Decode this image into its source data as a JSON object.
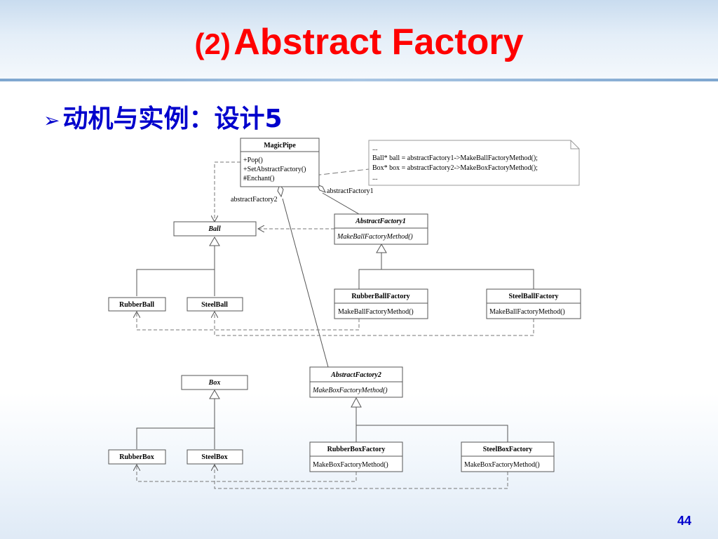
{
  "slide": {
    "title_prefix": "(2)",
    "title_main": "Abstract Factory",
    "bullet_arrow": "➢",
    "bullet_text": "动机与实例：设计5",
    "page_number": "44"
  },
  "diagram": {
    "magicpipe": {
      "name": "MagicPipe",
      "ops": [
        "+Pop()",
        "+SetAbstractFactory()",
        "#Enchant()"
      ]
    },
    "note": [
      "...",
      "Ball* ball = abstractFactory1->MakeBallFactoryMethod();",
      "Box* box = abstractFactory2->MakeBoxFactoryMethod();",
      "..."
    ],
    "role1": "abstractFactory1",
    "role2": "abstractFactory2",
    "ball": "Ball",
    "rubberball": "RubberBall",
    "steelball": "SteelBall",
    "af1": {
      "name": "AbstractFactory1",
      "op": "MakeBallFactoryMethod()"
    },
    "rbf": {
      "name": "RubberBallFactory",
      "op": "MakeBallFactoryMethod()"
    },
    "sbf": {
      "name": "SteelBallFactory",
      "op": "MakeBallFactoryMethod()"
    },
    "box": "Box",
    "rubberbox": "RubberBox",
    "steelbox": "SteelBox",
    "af2": {
      "name": "AbstractFactory2",
      "op": "MakeBoxFactoryMethod()"
    },
    "rbxf": {
      "name": "RubberBoxFactory",
      "op": "MakeBoxFactoryMethod()"
    },
    "sbxf": {
      "name": "SteelBoxFactory",
      "op": "MakeBoxFactoryMethod()"
    }
  },
  "colors": {
    "title": "#ff0000",
    "bullet": "#0000cc"
  }
}
